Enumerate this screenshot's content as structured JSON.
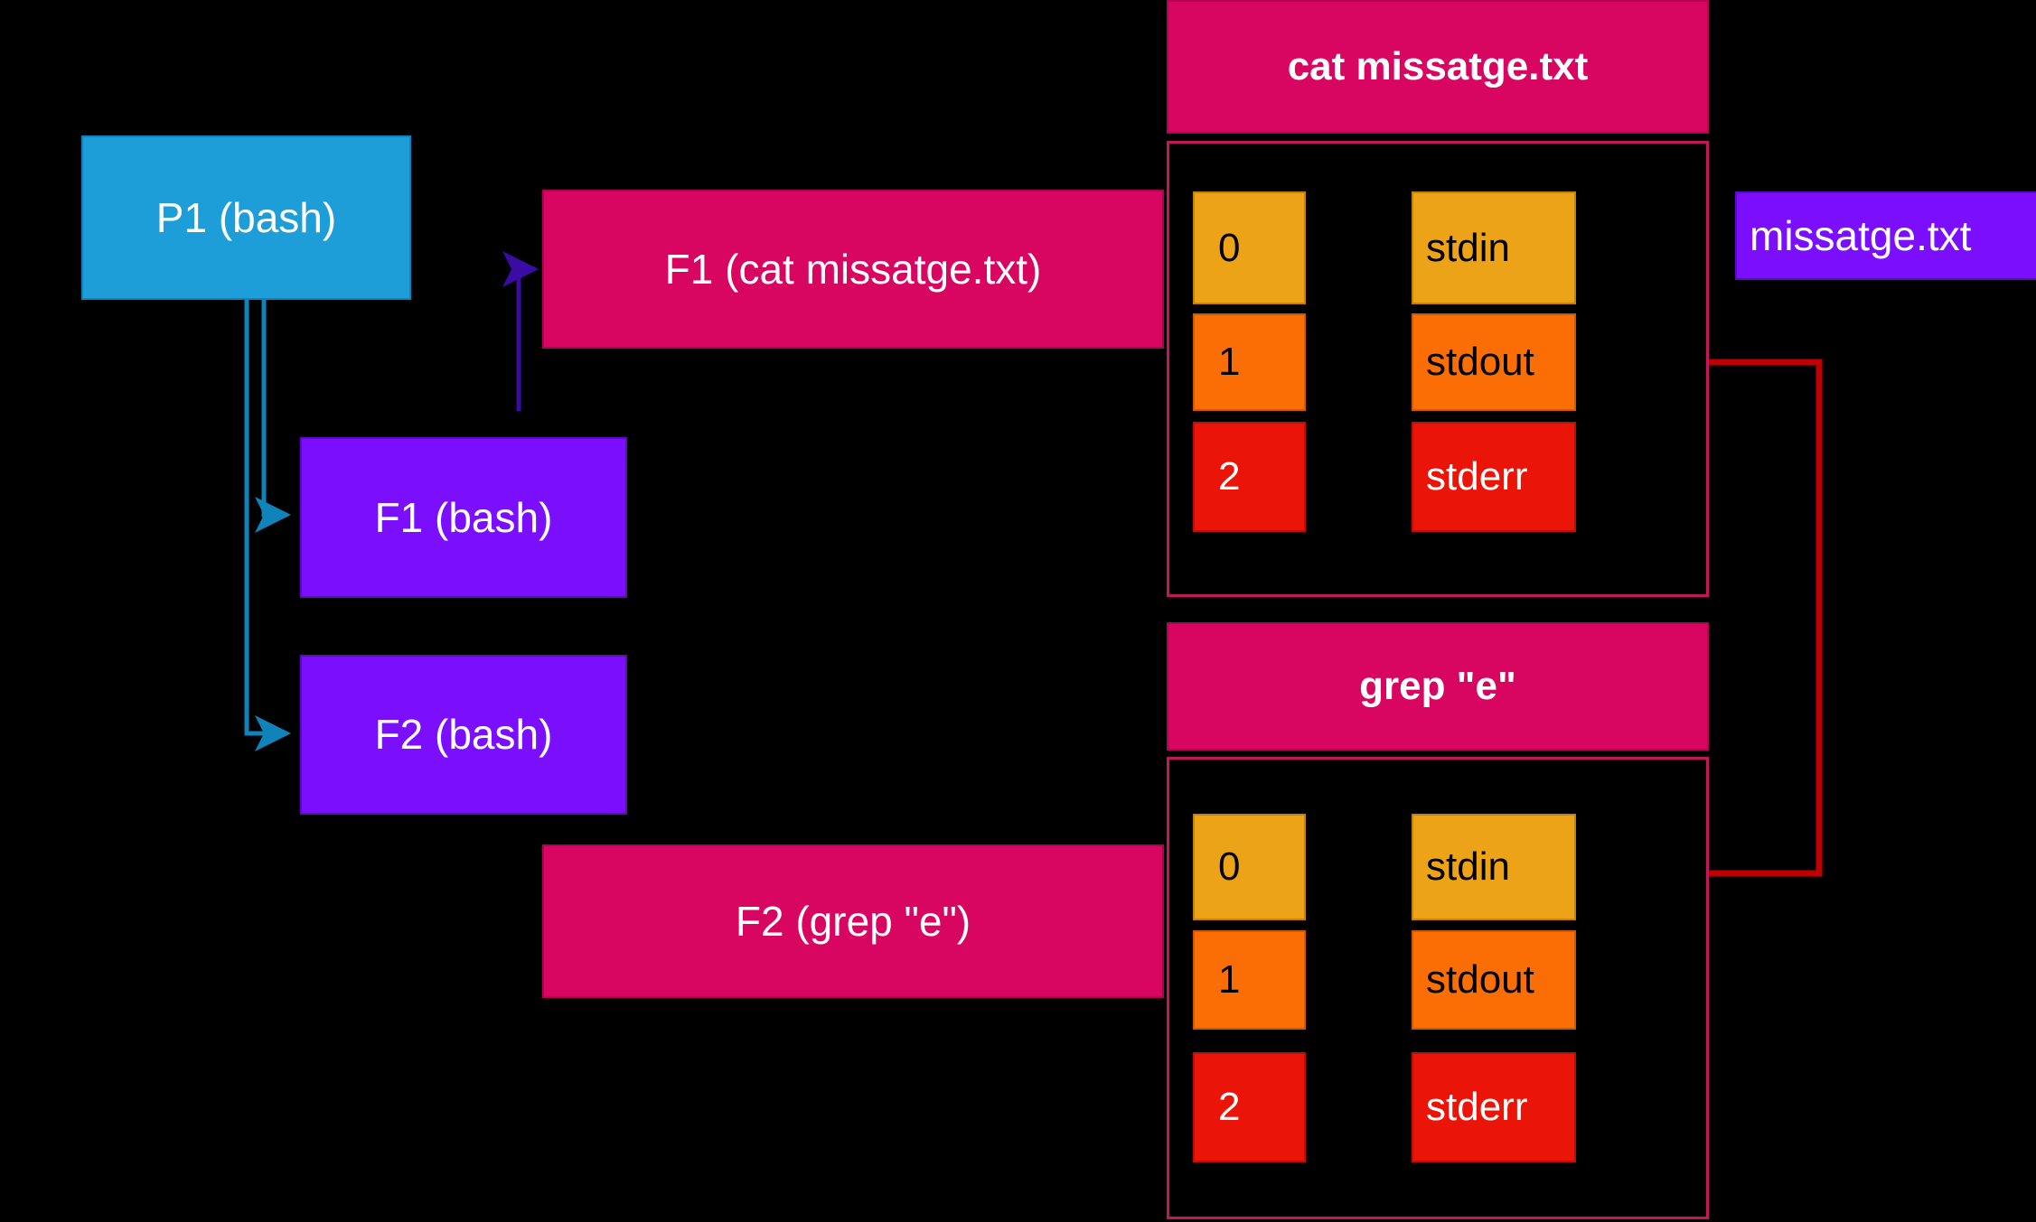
{
  "diagram": {
    "title_hidden": "",
    "colors": {
      "background": "#000000",
      "process": "#1e9ed9",
      "fork": "#7b0ffd",
      "pink": "#d80561",
      "panel_border": "#c2185b",
      "amber": "#eda318",
      "orange": "#fb6e06",
      "red": "#ea1408",
      "blue_edge": "#1183bb",
      "purple_edge": "#3a0ca3",
      "pipe_edge": "#c00000"
    },
    "nodes": {
      "p1": "P1 (bash)",
      "f1_bash": "F1 (bash)",
      "f2_bash": "F2 (bash)",
      "f1_exec": "F1 (cat missatge.txt)",
      "f2_exec": "F2 (grep \"e\")",
      "file": "missatge.txt"
    },
    "panels": [
      {
        "id": "cat",
        "header": "cat missatge.txt",
        "fds": [
          {
            "num": "0",
            "name": "stdin",
            "color": "amber"
          },
          {
            "num": "1",
            "name": "stdout",
            "color": "orange"
          },
          {
            "num": "2",
            "name": "stderr",
            "color": "red"
          }
        ]
      },
      {
        "id": "grep",
        "header": "grep \"e\"",
        "fds": [
          {
            "num": "0",
            "name": "stdin",
            "color": "amber"
          },
          {
            "num": "1",
            "name": "stdout",
            "color": "orange"
          },
          {
            "num": "2",
            "name": "stderr",
            "color": "red"
          }
        ]
      }
    ]
  }
}
